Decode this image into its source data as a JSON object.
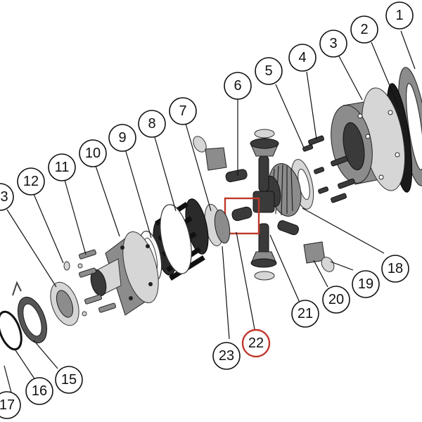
{
  "diagram": {
    "highlight_color": "#c0392b",
    "highlighted_part": "22",
    "callouts": [
      {
        "label": "1"
      },
      {
        "label": "2"
      },
      {
        "label": "3"
      },
      {
        "label": "4"
      },
      {
        "label": "5"
      },
      {
        "label": "6"
      },
      {
        "label": "7"
      },
      {
        "label": "8"
      },
      {
        "label": "9"
      },
      {
        "label": "10"
      },
      {
        "label": "11"
      },
      {
        "label": "12"
      },
      {
        "label": "3"
      },
      {
        "label": "15"
      },
      {
        "label": "16"
      },
      {
        "label": "17"
      },
      {
        "label": "18"
      },
      {
        "label": "19"
      },
      {
        "label": "20"
      },
      {
        "label": "21"
      },
      {
        "label": "22"
      },
      {
        "label": "23"
      }
    ]
  }
}
